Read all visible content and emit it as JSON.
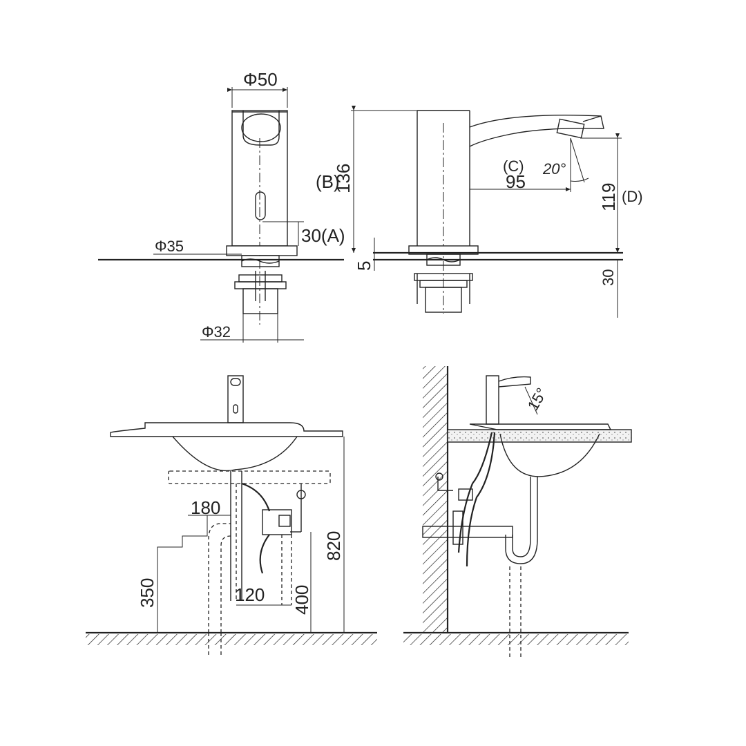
{
  "front_view": {
    "dia_top": "Φ50",
    "dia_flange": "Φ35",
    "dia_shank": "Φ32",
    "sensor_height": "30(A)"
  },
  "side_view": {
    "label_b": "(B)",
    "height_136": "136",
    "label_c": "(C)",
    "angle_20": "20°",
    "reach_95": "95",
    "height_119": "119",
    "label_d": "(D)",
    "base_5": "5",
    "counter_30": "30"
  },
  "install_front": {
    "dim_180": "180",
    "dim_350": "350",
    "dim_120": "120",
    "dim_400": "400",
    "dim_820": "820"
  },
  "install_side": {
    "angle_15": "15°"
  }
}
